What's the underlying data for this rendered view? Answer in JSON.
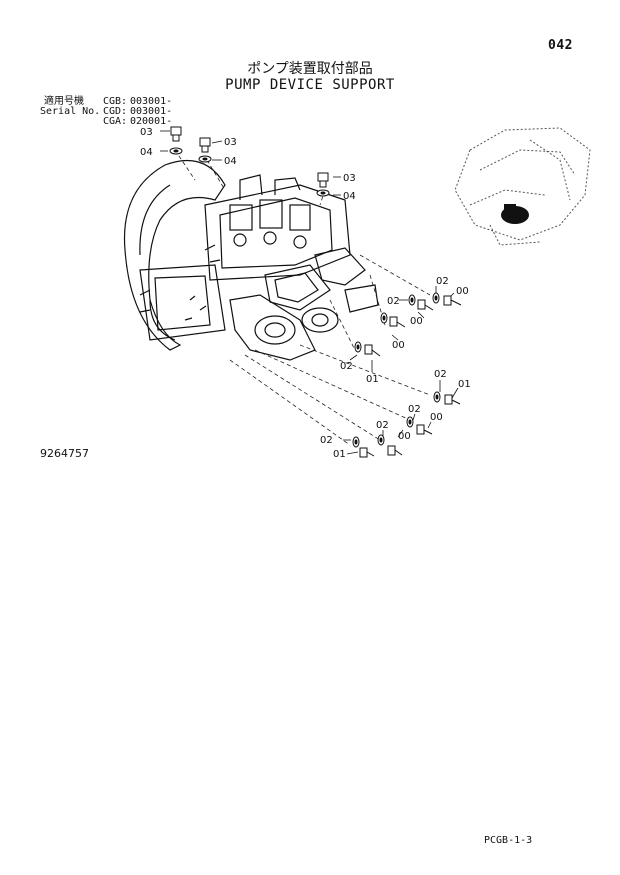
{
  "page": {
    "page_number": "042",
    "title_jp": "ポンプ装置取付部品",
    "title_en": "PUMP DEVICE SUPPORT",
    "drawing_number": "9264757",
    "footer_code": "PCGB-1-3"
  },
  "serial_block": [
    {
      "label": "適用号機",
      "model": "CGB:",
      "number": "003001-"
    },
    {
      "label": "Serial No.",
      "model": "CGD:",
      "number": "003001-"
    },
    {
      "label": "",
      "model": "CGA:",
      "number": "020001-"
    }
  ],
  "callouts": [
    {
      "id": "c-03-a",
      "text": "03"
    },
    {
      "id": "c-04-a",
      "text": "04"
    },
    {
      "id": "c-03-b",
      "text": "03"
    },
    {
      "id": "c-04-b",
      "text": "04"
    },
    {
      "id": "c-03-c",
      "text": "03"
    },
    {
      "id": "c-04-c",
      "text": "04"
    },
    {
      "id": "c-02-a",
      "text": "02"
    },
    {
      "id": "c-02-b",
      "text": "02"
    },
    {
      "id": "c-00-a",
      "text": "00"
    },
    {
      "id": "c-00-b",
      "text": "00"
    },
    {
      "id": "c-00-c",
      "text": "00"
    },
    {
      "id": "c-02-c",
      "text": "02"
    },
    {
      "id": "c-01-a",
      "text": "01"
    },
    {
      "id": "c-02-d",
      "text": "02"
    },
    {
      "id": "c-01-b",
      "text": "01"
    },
    {
      "id": "c-02-e",
      "text": "02"
    },
    {
      "id": "c-02-f",
      "text": "02"
    },
    {
      "id": "c-00-d",
      "text": "00"
    },
    {
      "id": "c-00-e",
      "text": "00"
    },
    {
      "id": "c-02-g",
      "text": "02"
    },
    {
      "id": "c-01-c",
      "text": "01"
    }
  ]
}
